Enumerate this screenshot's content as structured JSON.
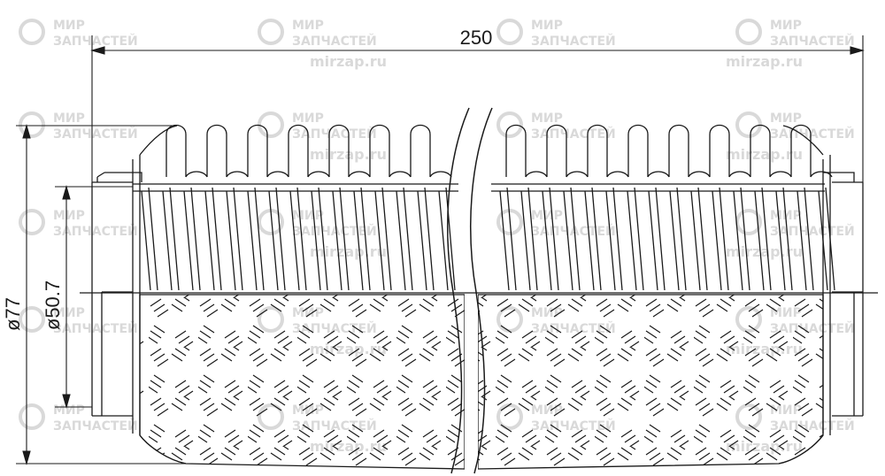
{
  "dimensions": {
    "length": "250",
    "outer_diameter": "ø77",
    "inner_diameter": "ø50.7"
  },
  "watermark": {
    "line1": "МИР",
    "line2": "ЗАПЧАСТЕЙ",
    "site": "mirzap.ru"
  },
  "colors": {
    "line": "#1a1a1a",
    "watermark": "#d9d9d9"
  }
}
